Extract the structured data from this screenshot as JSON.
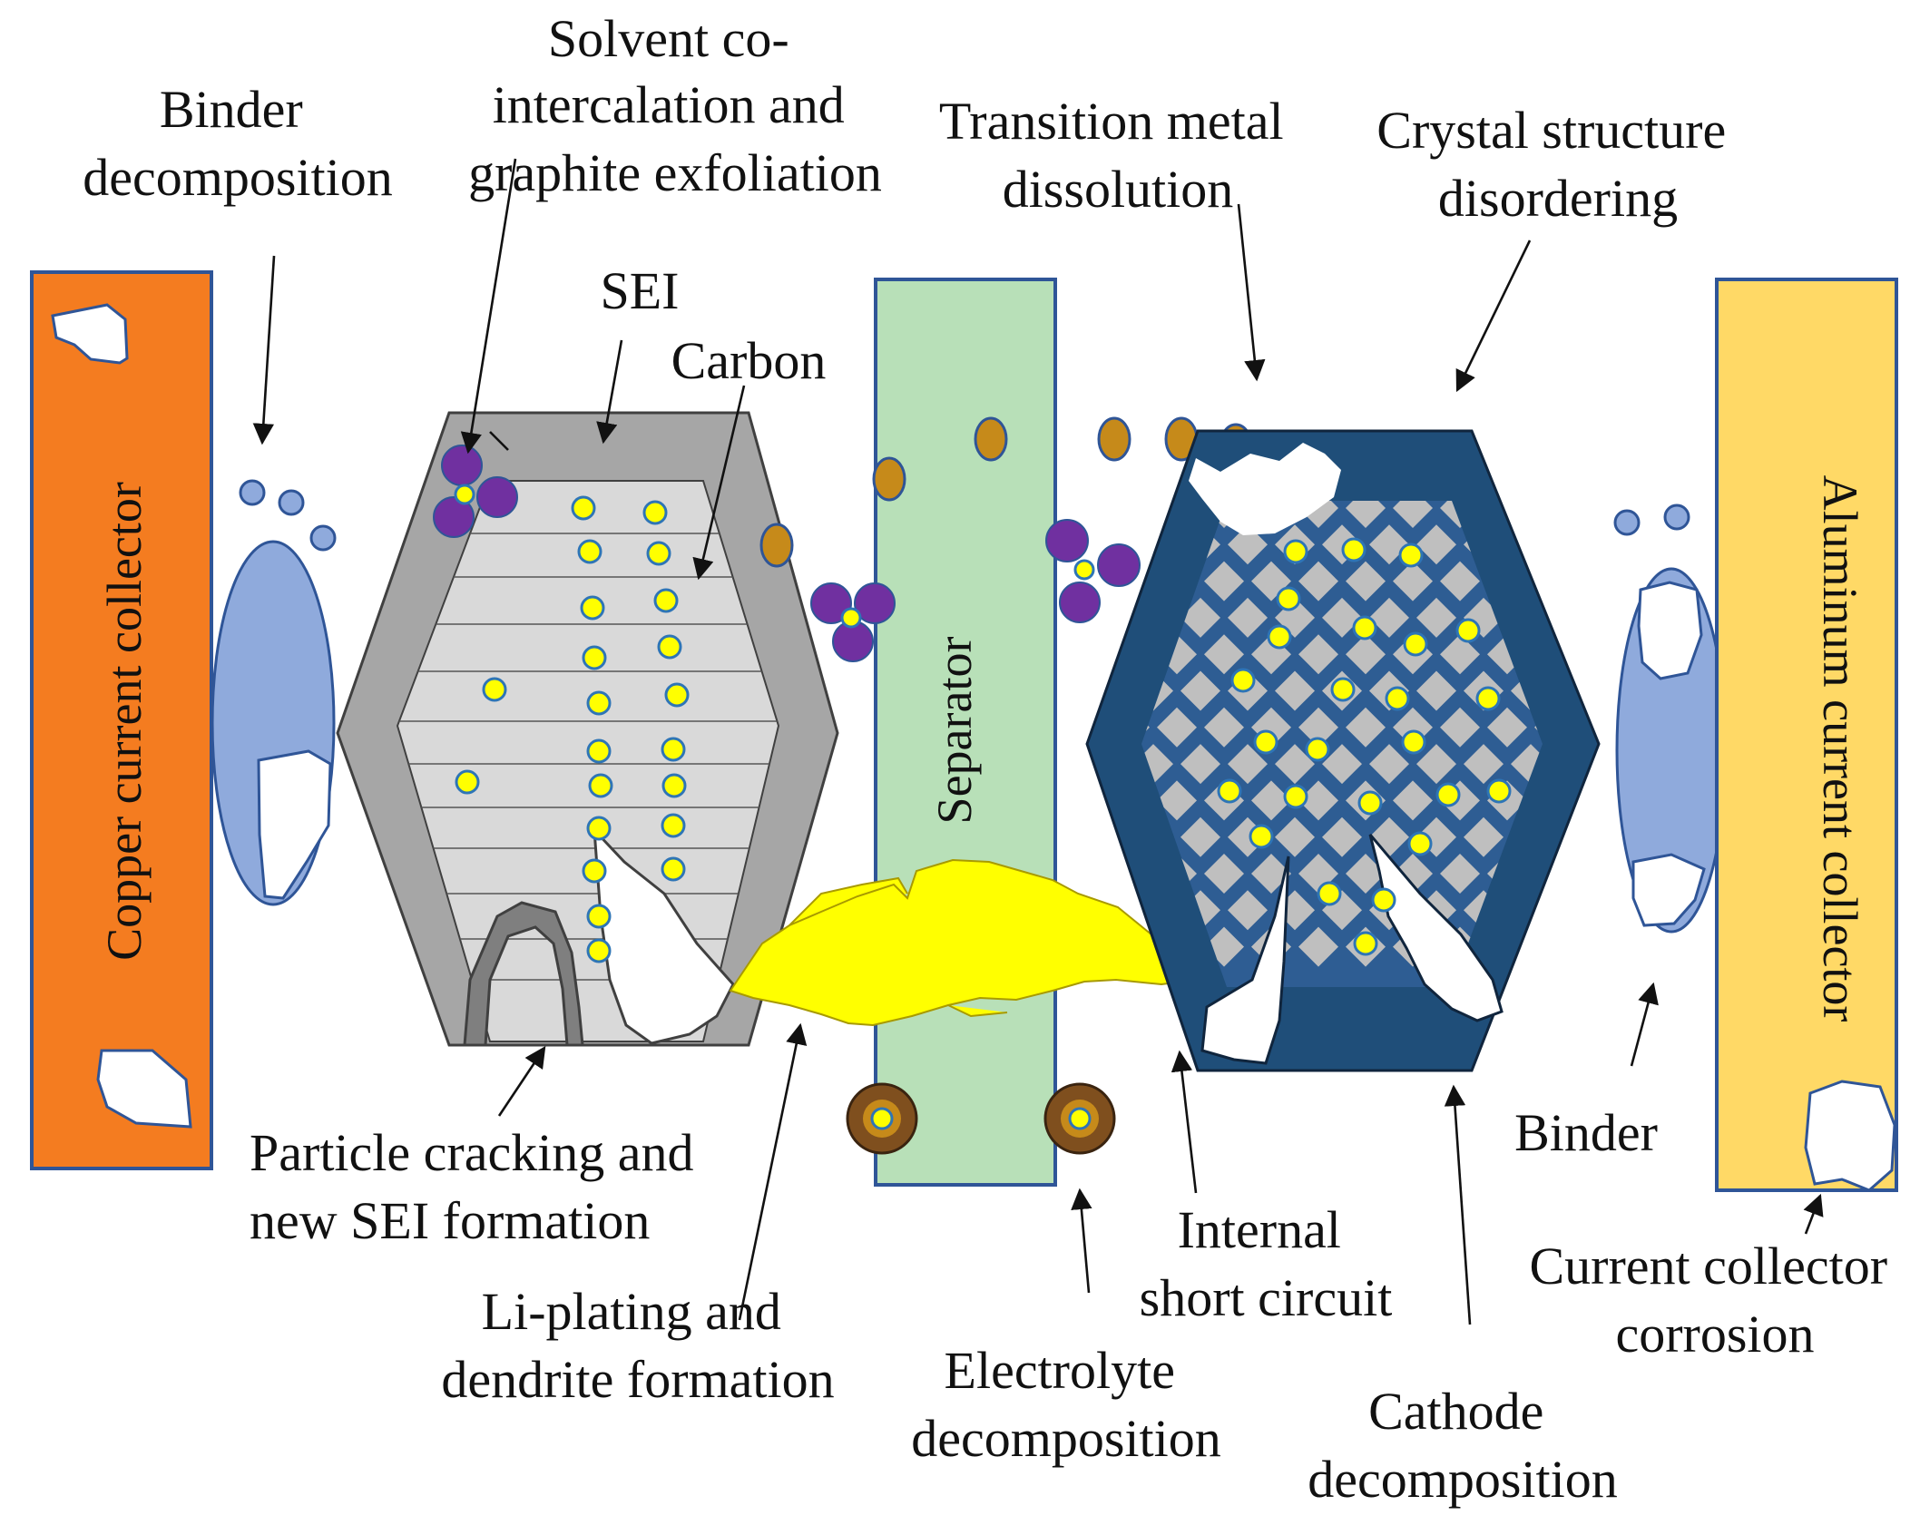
{
  "labels": {
    "binder_decomposition": [
      "Binder",
      "decomposition"
    ],
    "solvent_cointercalation": [
      "Solvent co-",
      "intercalation and",
      "graphite exfoliation"
    ],
    "transition_metal_dissolution": [
      "Transition metal",
      "dissolution"
    ],
    "crystal_structure_disordering": [
      "Crystal structure",
      "disordering"
    ],
    "sei": "SEI",
    "carbon": "Carbon",
    "separator": "Separator",
    "copper_current_collector": "Copper current collector",
    "aluminum_current_collector": "Aluminum current collector",
    "particle_cracking": [
      "Particle cracking and",
      "new SEI formation"
    ],
    "li_plating": [
      "Li-plating and",
      "dendrite formation"
    ],
    "electrolyte_decomposition": [
      "Electrolyte",
      "decomposition"
    ],
    "internal_short_circuit": [
      "Internal",
      "short circuit"
    ],
    "cathode_decomposition": [
      "Cathode",
      "decomposition"
    ],
    "binder": "Binder",
    "current_collector_corrosion": [
      "Current collector",
      "corrosion"
    ]
  },
  "colors": {
    "copper": "#f47c20",
    "aluminum": "#ffd966",
    "separator": "#b8e0b8",
    "anode_shell": "#a6a6a6",
    "anode_core": "#d9d9d9",
    "cathode_shell": "#1f4e79",
    "cathode_grid": "#bfbfbf",
    "binder": "#8faadc",
    "lithium": "#ffff00",
    "metal_ion": "#c68a1a",
    "solvent": "#7030a0",
    "dendrite": "#ffff00",
    "sei_product": "#7f4f1e"
  }
}
